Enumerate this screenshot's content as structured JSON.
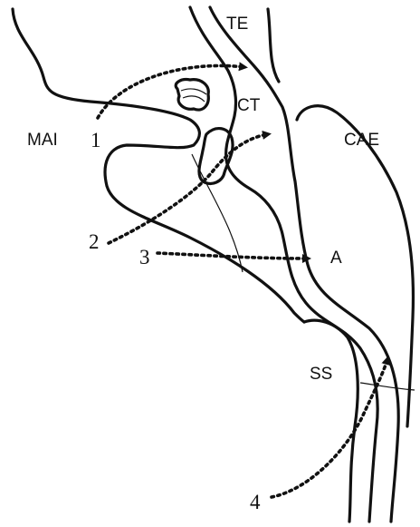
{
  "labels": {
    "te": "TE",
    "ct": "CT",
    "mai": "MAI",
    "cae": "CAE",
    "a": "A",
    "ss": "SS"
  },
  "approaches": {
    "one": "1",
    "two": "2",
    "three": "3",
    "four": "4"
  }
}
